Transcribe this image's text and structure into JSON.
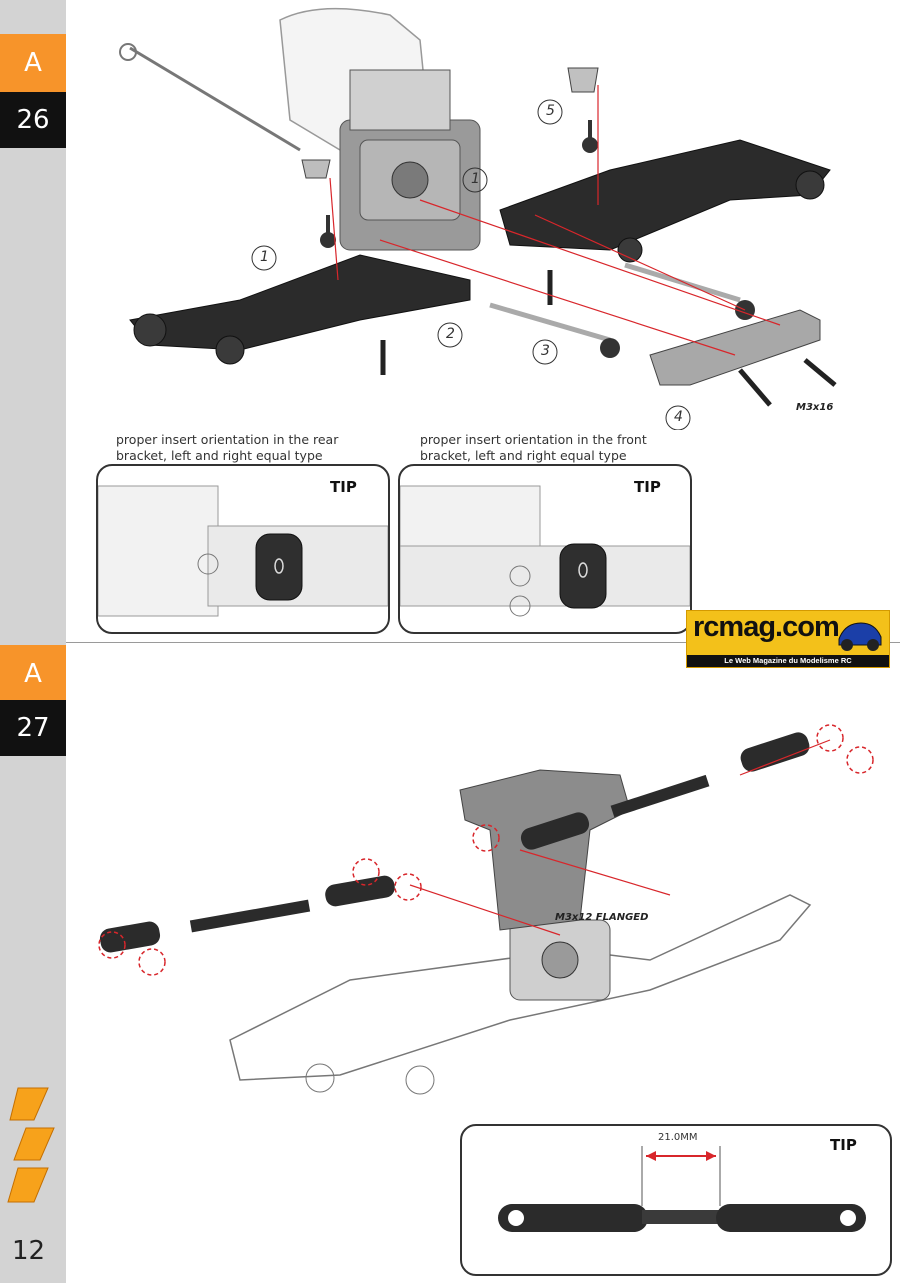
{
  "page": {
    "number": "12"
  },
  "sidebar": {
    "steps": [
      {
        "letter": "A",
        "number": "26"
      },
      {
        "letter": "A",
        "number": "27"
      }
    ],
    "brand_mark": "brand-logo-icon"
  },
  "step26": {
    "callouts": [
      "1",
      "1",
      "2",
      "3",
      "4",
      "5"
    ],
    "screw_label": "M3x16",
    "tips": [
      {
        "caption_line1": "proper insert orientation in the rear",
        "caption_line2": "bracket, left and right equal type",
        "label": "TIP"
      },
      {
        "caption_line1": "proper insert orientation in the front",
        "caption_line2": "bracket, left and right equal type",
        "label": "TIP"
      }
    ]
  },
  "step27": {
    "screw_label": "M3x12 FLANGED",
    "tip": {
      "label": "TIP",
      "dimension": "21.0MM"
    }
  },
  "watermark": {
    "title": "rcmag.com",
    "subtitle": "Le Web Magazine du Modelisme RC"
  },
  "colors": {
    "accent_orange": "#f7942a",
    "sidebar_gray": "#d3d3d3",
    "callout_red": "#d8262b",
    "part_dark": "#2b2b2b"
  }
}
